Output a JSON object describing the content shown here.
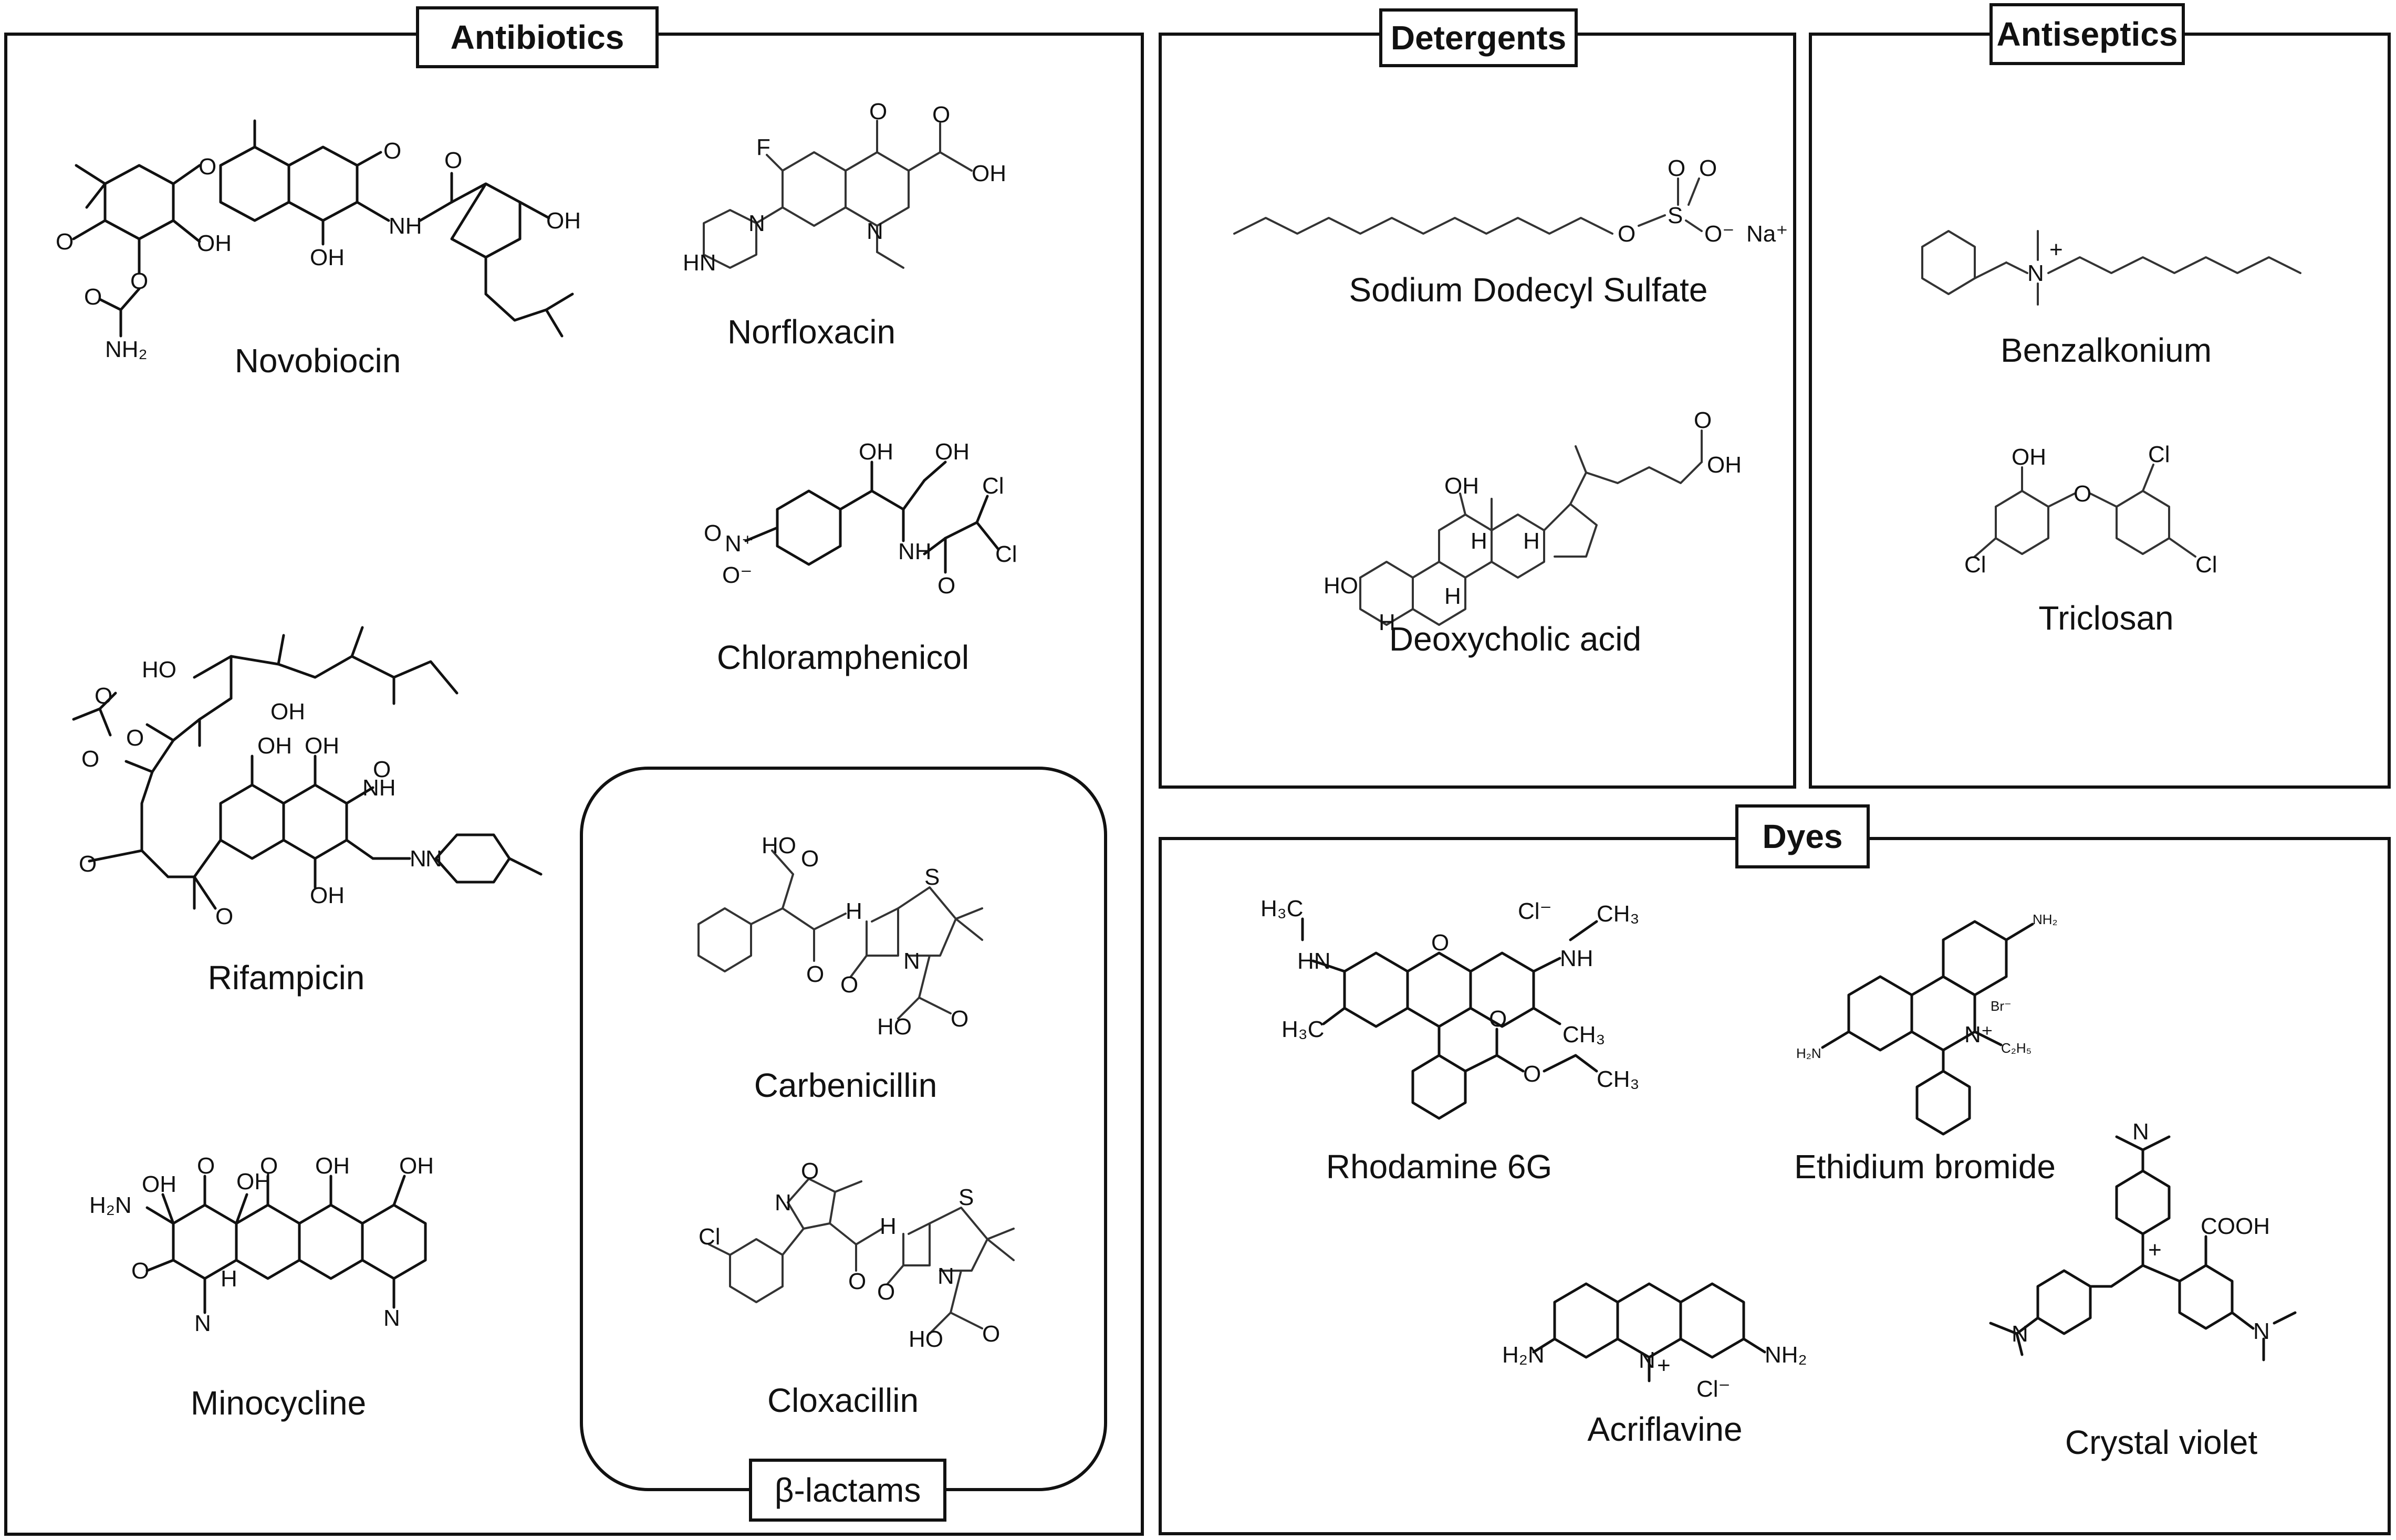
{
  "panels": {
    "antibiotics": {
      "title": "Antibiotics",
      "sub_title": "β-lactams"
    },
    "detergents": {
      "title": "Detergents"
    },
    "antiseptics": {
      "title": "Antiseptics"
    },
    "dyes": {
      "title": "Dyes"
    }
  },
  "compounds": {
    "novobiocin": "Novobiocin",
    "norfloxacin": "Norfloxacin",
    "chloramphenicol": "Chloramphenicol",
    "rifampicin": "Rifampicin",
    "carbenicillin": "Carbenicillin",
    "cloxacillin": "Cloxacillin",
    "minocycline": "Minocycline",
    "sds": "Sodium Dodecyl Sulfate",
    "deoxycholic": "Deoxycholic acid",
    "benzalkonium": "Benzalkonium",
    "triclosan": "Triclosan",
    "rhodamine": "Rhodamine 6G",
    "ethidium": "Ethidium bromide",
    "acriflavine": "Acriflavine",
    "crystal_violet": "Crystal violet"
  },
  "atom_labels": {
    "oh": "OH",
    "o": "O",
    "n": "N",
    "nh": "NH",
    "nh2": "NH₂",
    "h2n": "H₂N",
    "f": "F",
    "hn": "HN",
    "cl": "Cl",
    "h": "H",
    "s": "S",
    "na": "Na⁺",
    "o_minus": "O⁻",
    "cl_minus": "Cl⁻",
    "br_minus": "Br⁻",
    "ch3": "CH₃",
    "h3c": "H₃C",
    "cooh": "COOH",
    "ho": "HO",
    "n_plus": "N⁺",
    "c2h5": "C₂H₅",
    "s_atom": "S",
    "plus": "+"
  }
}
